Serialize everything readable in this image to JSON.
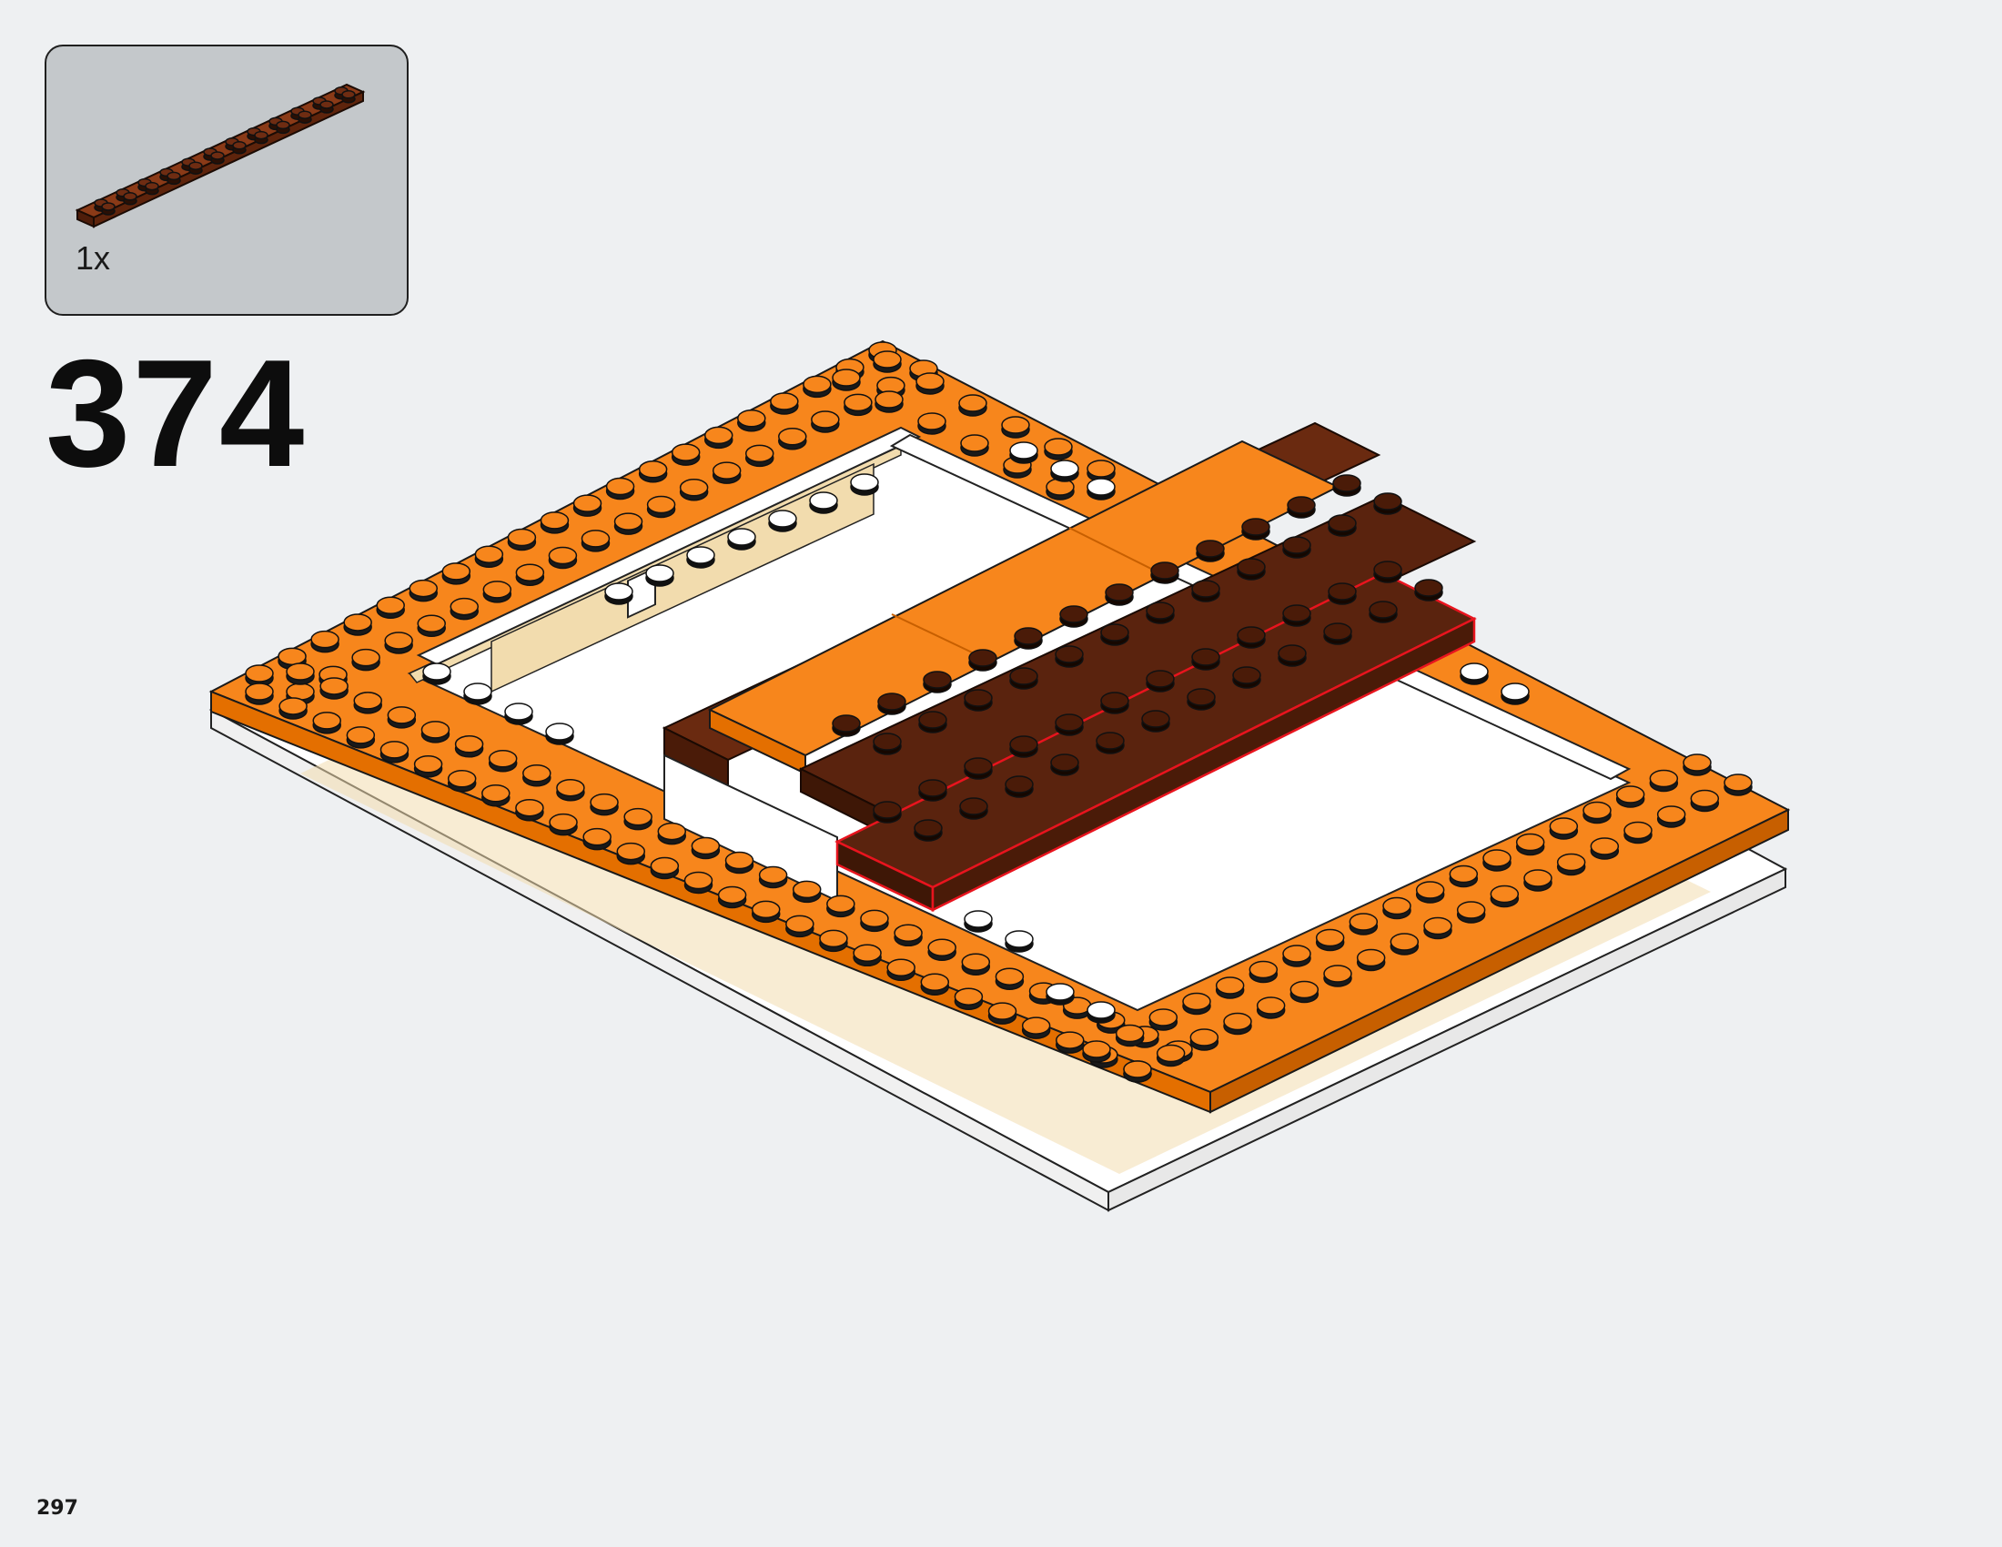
{
  "instruction_page": {
    "step_number": "374",
    "page_number": "297"
  },
  "parts_callout": {
    "quantity": "1x",
    "part_color": "#6e2c12",
    "part_name": "brown-2x12-plate-icon"
  },
  "colors": {
    "background": "#eef0f2",
    "callout_background": "#c4c8cb",
    "orange": "#f7861c",
    "orange_dark": "#c75f00",
    "brown": "#5a230e",
    "brown_light": "#7a3415",
    "white": "#ffffff",
    "tan": "#f2dcae",
    "highlight": "#e8141e"
  }
}
